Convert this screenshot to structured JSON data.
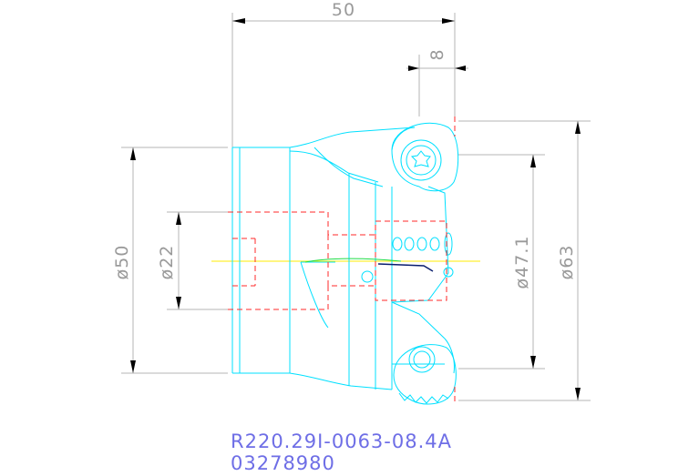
{
  "dimensions": {
    "overall_length": "50",
    "insert_offset": "8",
    "shank_diameter": "ø50",
    "bore_diameter": "ø22",
    "body_diameter": "ø47.1",
    "cutting_diameter": "ø63"
  },
  "part": {
    "designation": "R220.29I-0063-08.4A",
    "number": "03278980"
  },
  "colors": {
    "outline": "#00e0ff",
    "hidden": "#ff2a2a",
    "centerline": "#ffee00",
    "dimension": "#b4b4b4",
    "text_part": "#6e6ee6"
  }
}
